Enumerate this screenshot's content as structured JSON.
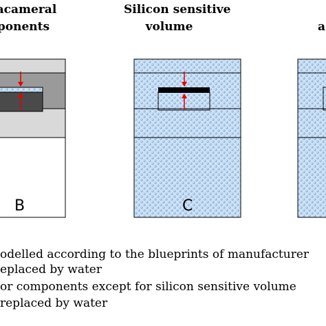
{
  "columns": [
    {
      "title_line1": "racameral",
      "title_line2": "ponents",
      "letter": "B"
    },
    {
      "title_line1": "Silicon sensitive",
      "title_line2": "volume",
      "letter": "C"
    },
    {
      "title_line1": "a",
      "title_line2": "a",
      "letter": ""
    }
  ],
  "legend": [
    "odelled according to the blueprints of manufacturer",
    "eplaced by water",
    "or components except for silicon sensitive volume",
    "replaced by water"
  ],
  "colors": {
    "water_fill": "#cfe3f6",
    "water_dot": "#7fa9d6",
    "light_gray": "#d9d9d9",
    "mid_gray": "#9a9a9a",
    "dark_gray": "#4a4a4a",
    "sensitive_black": "#000000",
    "arrow_red": "#e60000"
  }
}
